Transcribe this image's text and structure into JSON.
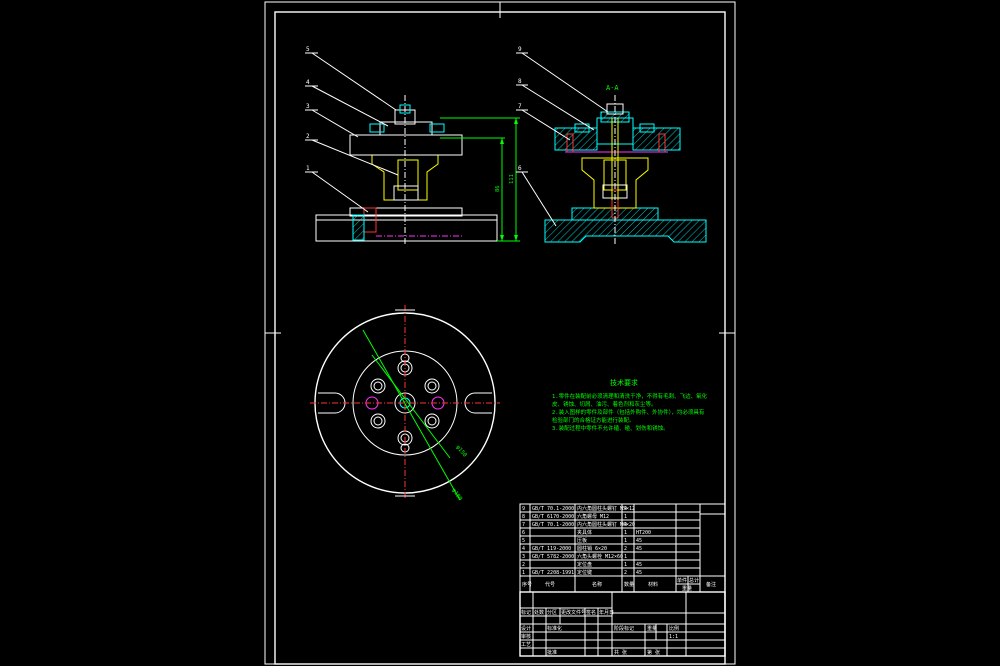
{
  "section_title": "A-A",
  "balloons_front": [
    "5",
    "4",
    "3",
    "2",
    "1"
  ],
  "balloons_section": [
    "9",
    "8",
    "7",
    "6"
  ],
  "dimensions": {
    "dim_height_a": "86",
    "dim_height_b": "111",
    "dim_diameter_a": "φ180",
    "dim_diameter_b": "φ150"
  },
  "tech_requirements": {
    "title": "技术要求",
    "lines": [
      "1.零件在装配前必须清理和清洗干净，不得有毛刺、飞边、氧化",
      "皮、锈蚀、切屑、油污、着色剂和灰尘等。",
      "2.装入图样的零件及部件（包括外购件、外协件），均必须具有",
      "检验部门的合格证方能进行装配。",
      "3.装配过程中零件不允许磕、碰、划伤和锈蚀。"
    ]
  },
  "bom_rows": [
    {
      "no": "9",
      "code": "GB/T 70.1-2000",
      "name": "内六角圆柱头螺钉 M5×12",
      "qty": "4",
      "material": "",
      "note": ""
    },
    {
      "no": "8",
      "code": "GB/T 6170-2000",
      "name": "六角螺母 M12",
      "qty": "1",
      "material": "",
      "note": ""
    },
    {
      "no": "7",
      "code": "GB/T 70.1-2000",
      "name": "内六角圆柱头螺钉 M6×20",
      "qty": "4",
      "material": "",
      "note": ""
    },
    {
      "no": "6",
      "code": "",
      "name": "夹具体",
      "qty": "1",
      "material": "HT200",
      "note": ""
    },
    {
      "no": "5",
      "code": "",
      "name": "压板",
      "qty": "1",
      "material": "45",
      "note": ""
    },
    {
      "no": "4",
      "code": "GB/T 119-2000",
      "name": "圆柱销 6×20",
      "qty": "2",
      "material": "45",
      "note": ""
    },
    {
      "no": "3",
      "code": "GB/T 5782-2000",
      "name": "六角头螺栓 M12×60",
      "qty": "1",
      "material": "",
      "note": ""
    },
    {
      "no": "2",
      "code": "",
      "name": "定位盘",
      "qty": "1",
      "material": "45",
      "note": ""
    },
    {
      "no": "1",
      "code": "GB/T 2208-1991",
      "name": "定位键",
      "qty": "2",
      "material": "45",
      "note": ""
    }
  ],
  "bom_header": {
    "no": "序号",
    "code": "代号",
    "name": "名称",
    "qty": "数量",
    "material": "材料",
    "unit_weight": "单件",
    "total_weight": "总计",
    "weight": "重量",
    "note": "备注"
  },
  "title_block": {
    "marks": "标记",
    "count": "处数",
    "zone": "分区",
    "change_doc": "更改文件号",
    "signature": "签名",
    "date": "年月日",
    "design": "设计",
    "standard": "标准化",
    "review": "审核",
    "process": "工艺",
    "approve": "批准",
    "stage_mark": "阶段标记",
    "weight": "重量",
    "scale": "比例",
    "scale_value": "1:1",
    "sheet_total": "共 张",
    "sheet_no": "第 张"
  }
}
